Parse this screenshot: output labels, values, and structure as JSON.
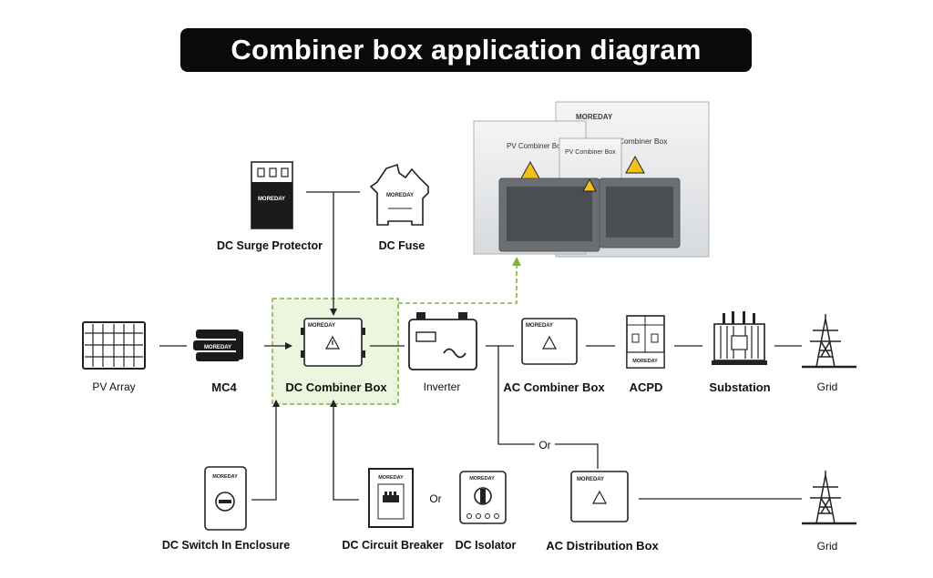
{
  "title": "Combiner box application diagram",
  "brand": "MOREDAY",
  "product_labels": {
    "pv_combiner_box": "PV Combiner Box"
  },
  "connector_text": {
    "or_top": "Or",
    "or_bottom": "Or"
  },
  "nodes": {
    "pv_array": "PV Array",
    "mc4": "MC4",
    "dc_combiner_box": "DC Combiner Box",
    "inverter": "Inverter",
    "ac_combiner_box": "AC Combiner Box",
    "acpd": "ACPD",
    "substation": "Substation",
    "grid_top": "Grid",
    "dc_surge_protector": "DC Surge Protector",
    "dc_fuse": "DC Fuse",
    "dc_switch": "DC Switch In Enclosure",
    "dc_circuit_breaker": "DC Circuit Breaker",
    "dc_isolator": "DC Isolator",
    "ac_distribution_box": "AC Distribution Box",
    "grid_bottom": "Grid"
  },
  "colors": {
    "highlight_border": "#7fb33a",
    "highlight_fill": "#eef5df",
    "line": "#222222",
    "title_bg": "#0a0a0a"
  }
}
